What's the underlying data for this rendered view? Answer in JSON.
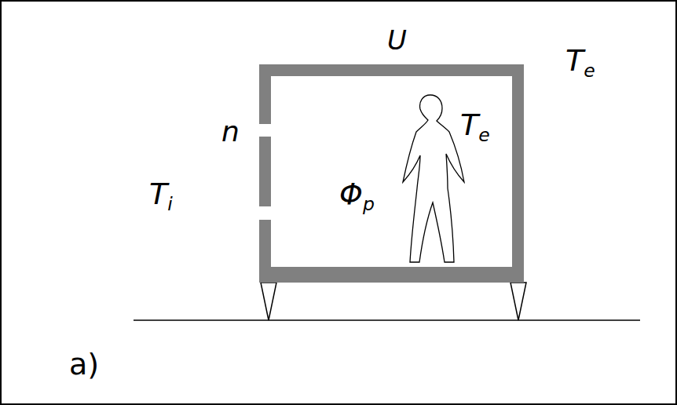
{
  "diagram": {
    "labels": [
      "U",
      "Te",
      "n",
      "Ti",
      "Φp",
      "Te",
      "a)"
    ]
  }
}
